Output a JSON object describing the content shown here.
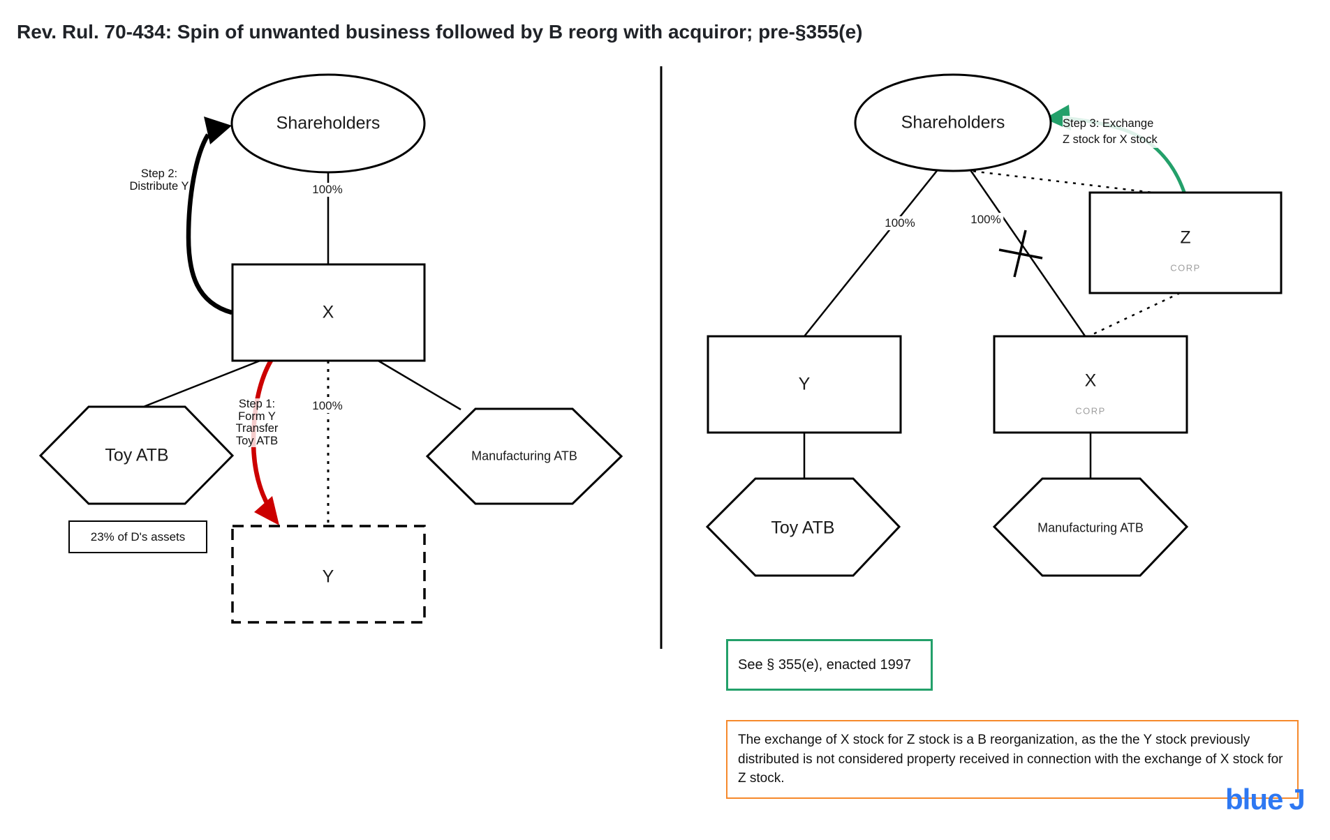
{
  "title": "Rev. Rul. 70-434: Spin of unwanted business followed by B reorg with acquiror; pre-§355(e)",
  "colors": {
    "stroke_black": "#000000",
    "step1_red": "#cc0000",
    "step3_green": "#23a06a",
    "see_box_green": "#23a06a",
    "conclusion_orange": "#f6892b",
    "corp_gray": "#9e9e9e",
    "logo_blue": "#2e78f2"
  },
  "left": {
    "shareholders": "Shareholders",
    "pct_top": "100%",
    "x_label": "X",
    "step2_lines": [
      "Step 2:",
      "Distribute Y"
    ],
    "step1_lines": [
      "Step 1:",
      "Form Y",
      "Transfer",
      "Toy ATB"
    ],
    "pct_mid": "100%",
    "toy_atb": "Toy ATB",
    "mfg_atb": "Manufacturing ATB",
    "assets_note": "23% of D's assets",
    "y_label": "Y"
  },
  "right": {
    "shareholders": "Shareholders",
    "step3_lines": [
      "Step 3: Exchange",
      "Z stock for X stock"
    ],
    "pct_left": "100%",
    "pct_right": "100%",
    "z_label": "Z",
    "z_sub": "CORP",
    "y_label": "Y",
    "x_label": "X",
    "x_sub": "CORP",
    "toy_atb": "Toy ATB",
    "mfg_atb": "Manufacturing ATB",
    "see_note": "See § 355(e), enacted 1997",
    "conclusion": "The exchange of X stock for Z stock is a B reorganization, as the the Y stock previously distributed is not considered property received in connection with the exchange of X stock for Z stock."
  },
  "logo": {
    "word": "blue",
    "j": "J"
  }
}
